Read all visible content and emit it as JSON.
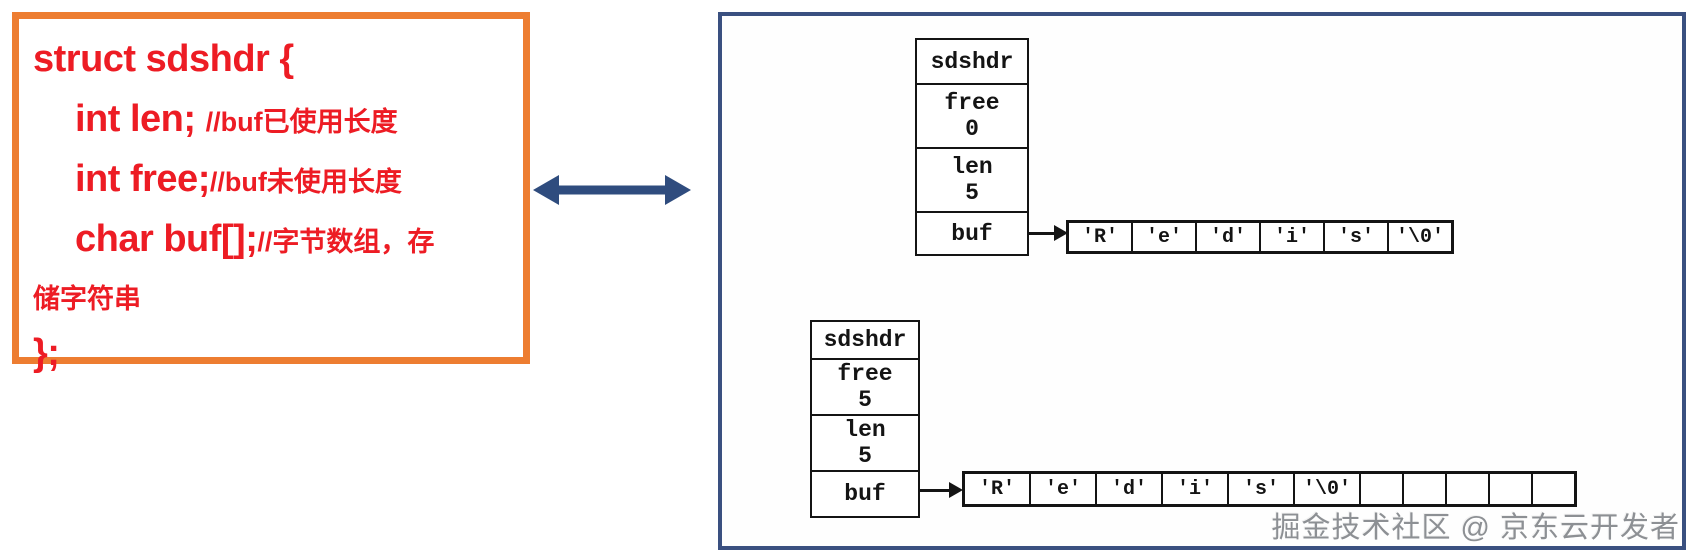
{
  "colors": {
    "code_border": "#ED7D31",
    "code_text": "#ED1C24",
    "link_arrow": "#2F4C7E",
    "panel_border": "#3A5080",
    "diagram_ink": "#141414",
    "watermark": "#8D9094"
  },
  "code_panel": {
    "lines": [
      {
        "code": "struct sdshdr {",
        "comment": ""
      },
      {
        "code": "int len; ",
        "comment": "//buf已使用长度"
      },
      {
        "code": "int free;",
        "comment": "//buf未使用长度"
      },
      {
        "code": "char buf[];",
        "comment": "//字节数组，存"
      },
      {
        "code": "",
        "comment": "储字符串"
      },
      {
        "code": "};",
        "comment": ""
      }
    ]
  },
  "diagram": {
    "structs": [
      {
        "title": "sdshdr",
        "fields": [
          {
            "name": "free",
            "value": "0"
          },
          {
            "name": "len",
            "value": "5"
          }
        ],
        "pointer_field": "buf",
        "buffer_cells": [
          "'R'",
          "'e'",
          "'d'",
          "'i'",
          "'s'",
          "'\\0'"
        ],
        "empty_cell_count": 0
      },
      {
        "title": "sdshdr",
        "fields": [
          {
            "name": "free",
            "value": "5"
          },
          {
            "name": "len",
            "value": "5"
          }
        ],
        "pointer_field": "buf",
        "buffer_cells": [
          "'R'",
          "'e'",
          "'d'",
          "'i'",
          "'s'",
          "'\\0'"
        ],
        "empty_cell_count": 5
      }
    ],
    "watermark": "掘金技术社区 @ 京东云开发者"
  }
}
